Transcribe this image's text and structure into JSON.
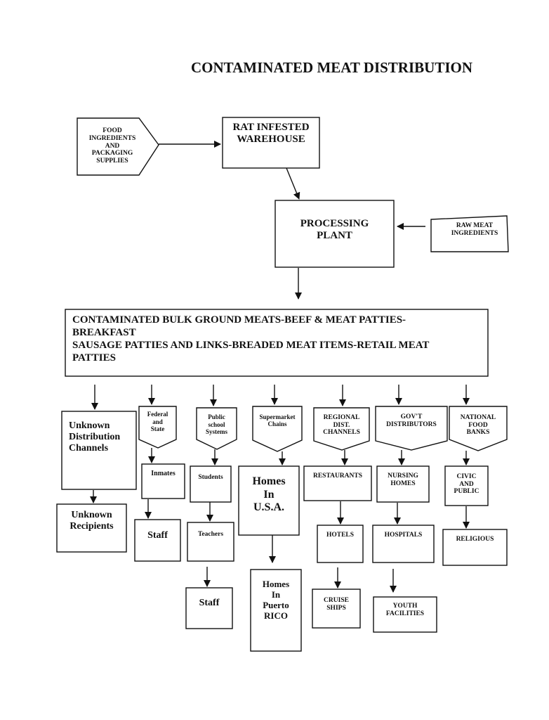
{
  "title": "CONTAMINATED MEAT DISTRIBUTION",
  "sources": {
    "food_ingredients": [
      "FOOD",
      "INGREDIENTS",
      "AND",
      "PACKAGING",
      "SUPPLIES"
    ],
    "warehouse": [
      "RAT INFESTED",
      "WAREHOUSE"
    ],
    "processing_plant": [
      "PROCESSING",
      "PLANT"
    ],
    "raw_meat": [
      "RAW MEAT",
      "INGREDIENTS"
    ]
  },
  "contaminated_products": [
    "CONTAMINATED BULK GROUND MEATS-BEEF & MEAT PATTIES-",
    "BREAKFAST",
    "SAUSAGE PATTIES AND LINKS-BREADED MEAT ITEMS-RETAIL MEAT",
    "PATTIES"
  ],
  "channels": {
    "unknown": [
      "Unknown",
      "Distribution",
      "Channels"
    ],
    "federal": [
      "Federal",
      "and",
      "State"
    ],
    "public_school": [
      "Public",
      "school",
      "Systems"
    ],
    "supermarket": [
      "Supermarket",
      "Chains"
    ],
    "regional": [
      "REGIONAL",
      "DIST.",
      "CHANNELS"
    ],
    "govt": [
      "GOV'T",
      "DISTRIBUTORS"
    ],
    "food_banks": [
      "NATIONAL",
      "FOOD",
      "BANKS"
    ]
  },
  "recipients": {
    "unknown_recipients": [
      "Unknown",
      "Recipients"
    ],
    "inmates": [
      "Inmates"
    ],
    "federal_staff": [
      "Staff"
    ],
    "students": [
      "Students"
    ],
    "teachers": [
      "Teachers"
    ],
    "school_staff": [
      "Staff"
    ],
    "homes_usa": [
      "Homes",
      "In",
      "U.S.A."
    ],
    "homes_puerto_rico": [
      "Homes",
      "In",
      "Puerto",
      "RICO"
    ],
    "restaurants": [
      "RESTAURANTS"
    ],
    "hotels": [
      "HOTELS"
    ],
    "cruise_ships": [
      "CRUISE",
      "SHIPS"
    ],
    "nursing_homes": [
      "NURSING",
      "HOMES"
    ],
    "hospitals": [
      "HOSPITALS"
    ],
    "youth_facilities": [
      "YOUTH",
      "FACILITIES"
    ],
    "civic_public": [
      "CIVIC",
      "AND",
      "PUBLIC"
    ],
    "religious": [
      "RELIGIOUS"
    ]
  }
}
